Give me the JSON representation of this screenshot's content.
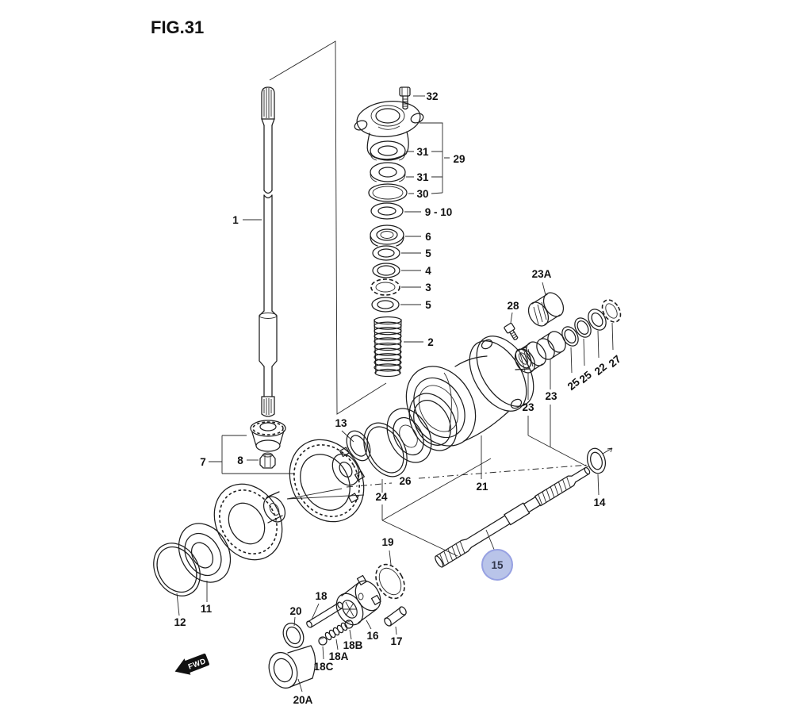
{
  "figure": {
    "title": "FIG.31"
  },
  "fwd": {
    "label": "FWD"
  },
  "highlight": {
    "part": "15",
    "fill": "#b9c4e9",
    "stroke": "#97a1e2"
  },
  "callouts": {
    "c1": "1",
    "c2": "2",
    "c3": "3",
    "c4": "4",
    "c5a": "5",
    "c5b": "5",
    "c6": "6",
    "c7": "7",
    "c8": "8",
    "c9_10": "9 - 10",
    "c11": "11",
    "c12": "12",
    "c13": "13",
    "c14": "14",
    "c15": "15",
    "c16": "16",
    "c17": "17",
    "c18": "18",
    "c18A": "18A",
    "c18B": "18B",
    "c18C": "18C",
    "c19": "19",
    "c20": "20",
    "c20A": "20A",
    "c21": "21",
    "c22": "22",
    "c23A": "23A",
    "c23b": "23",
    "c23c": "23",
    "c24": "24",
    "c25a": "25",
    "c25b": "25",
    "c26": "26",
    "c27": "27",
    "c28": "28",
    "c29": "29",
    "c30": "30",
    "c31a": "31",
    "c31b": "31",
    "c32": "32"
  }
}
